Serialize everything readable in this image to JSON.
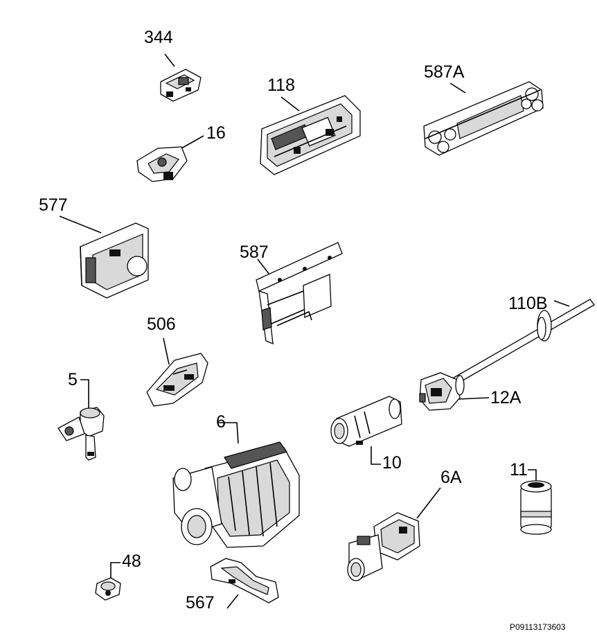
{
  "parts": [
    {
      "id": "p344",
      "label": "344"
    },
    {
      "id": "p16",
      "label": "16"
    },
    {
      "id": "p118",
      "label": "118"
    },
    {
      "id": "p587A",
      "label": "587A"
    },
    {
      "id": "p577",
      "label": "577"
    },
    {
      "id": "p587",
      "label": "587"
    },
    {
      "id": "p110B",
      "label": "110B"
    },
    {
      "id": "p506",
      "label": "506"
    },
    {
      "id": "p5",
      "label": "5"
    },
    {
      "id": "p12A",
      "label": "12A"
    },
    {
      "id": "p6",
      "label": "6"
    },
    {
      "id": "p10",
      "label": "10"
    },
    {
      "id": "p11",
      "label": "11"
    },
    {
      "id": "p6A",
      "label": "6A"
    },
    {
      "id": "p48",
      "label": "48"
    },
    {
      "id": "p567",
      "label": "567"
    }
  ],
  "drawing_code": "P09113173603"
}
